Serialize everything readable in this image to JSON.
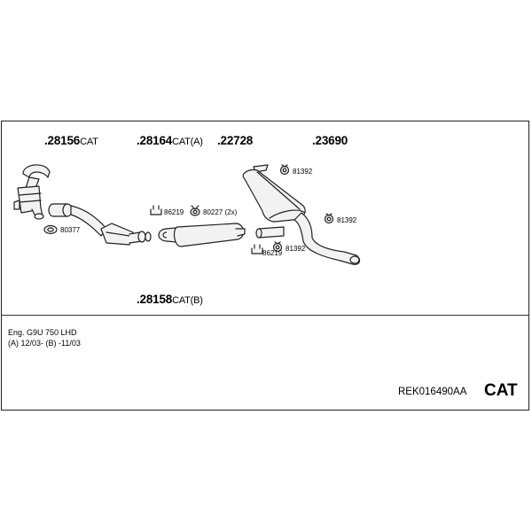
{
  "parts": [
    {
      "number": ".28156",
      "suffix": "CAT"
    },
    {
      "number": ".28164",
      "suffix": "CAT(A)"
    },
    {
      "number": ".22728",
      "suffix": ""
    },
    {
      "number": ".23690",
      "suffix": ""
    },
    {
      "number": ".28158",
      "suffix": "CAT(B)"
    }
  ],
  "small_parts": {
    "p80377": "80377",
    "p86219a": "86219",
    "p80227": "80227 (2x)",
    "p81392a": "81392",
    "p81392b": "81392",
    "p81392c": "81392",
    "p86219b": "86219"
  },
  "info": {
    "engine": "Eng. G9U 750   LHD",
    "dates": "(A) 12/03- (B) -11/03"
  },
  "reference": "REK016490AA",
  "badge": "CAT",
  "colors": {
    "line": "#222222",
    "fill": "#f2f2f2"
  }
}
